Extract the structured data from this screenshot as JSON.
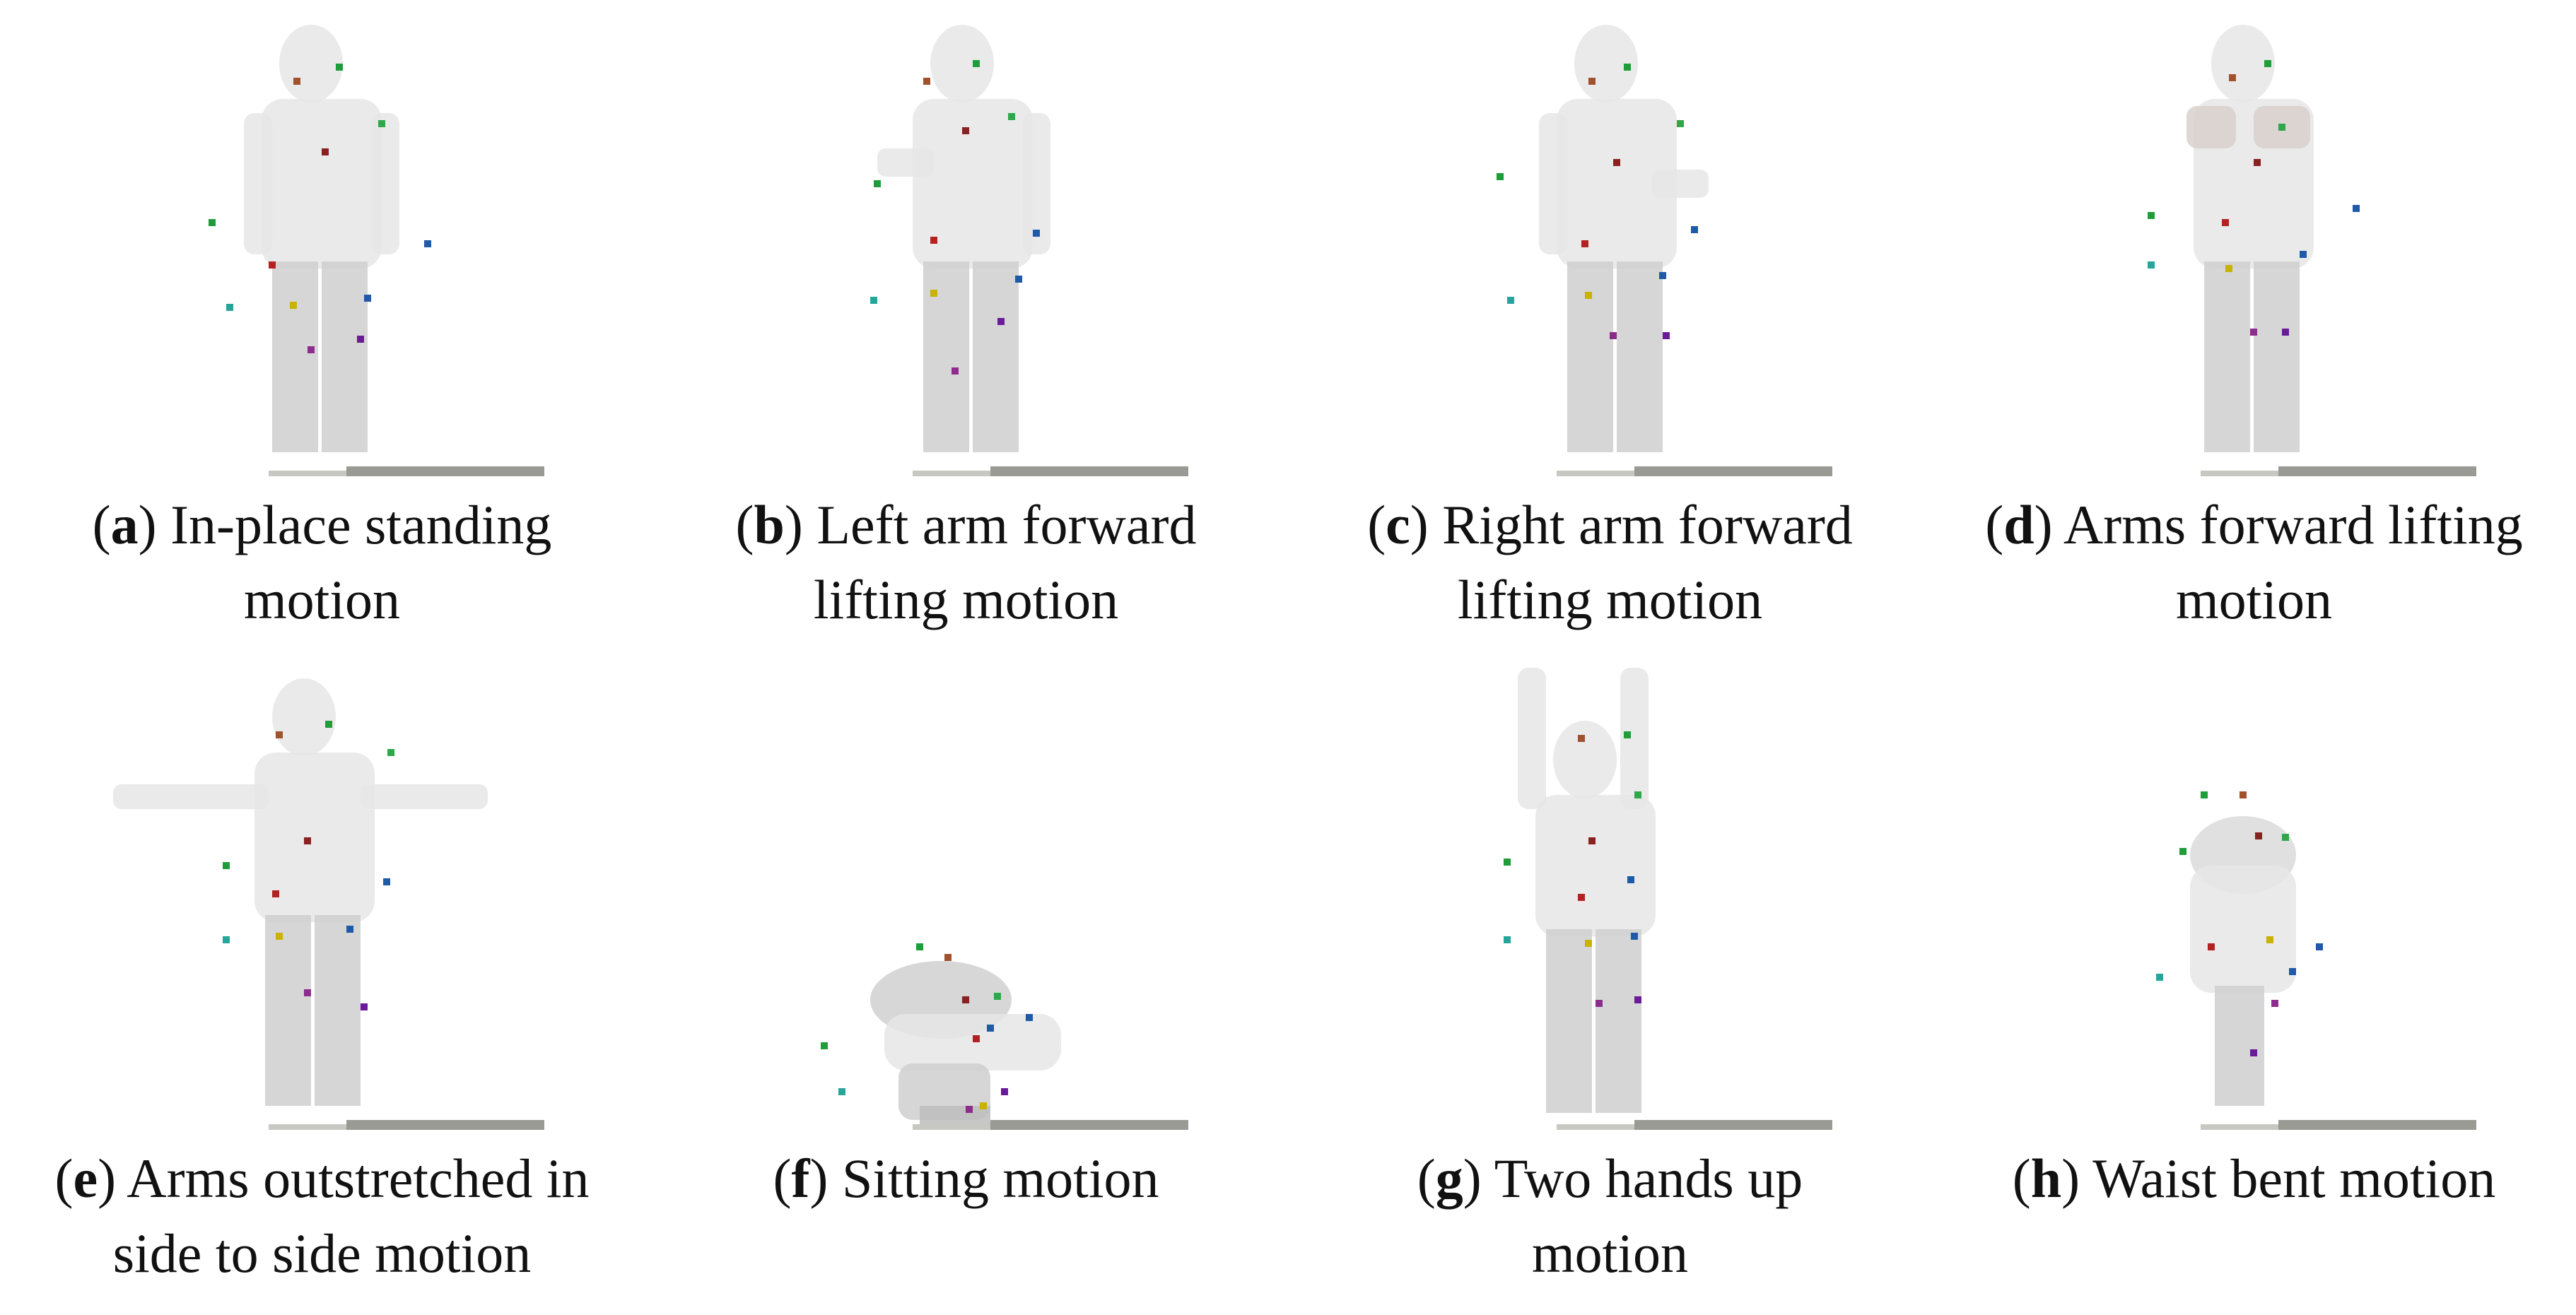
{
  "figure": {
    "panels": [
      {
        "letter": "a",
        "caption": "In-place standing motion",
        "caption_line1": "In-place standing",
        "caption_line2": "motion",
        "pose": "standing"
      },
      {
        "letter": "b",
        "caption": "Left arm forward lifting motion",
        "caption_line1": "Left arm forward",
        "caption_line2": "lifting motion",
        "pose": "left-arm-forward"
      },
      {
        "letter": "c",
        "caption": "Right arm forward lifting motion",
        "caption_line1": "Right arm forward",
        "caption_line2": "lifting motion",
        "pose": "right-arm-forward"
      },
      {
        "letter": "d",
        "caption": "Arms forward lifting motion",
        "caption_line1": "Arms forward lifting",
        "caption_line2": "motion",
        "pose": "arms-forward"
      },
      {
        "letter": "e",
        "caption": "Arms outstretched in side to side motion",
        "caption_line1": "Arms outstretched in",
        "caption_line2": "side to side motion",
        "pose": "arms-outstretched"
      },
      {
        "letter": "f",
        "caption": "Sitting motion",
        "caption_line1": "Sitting motion",
        "caption_line2": "",
        "pose": "sitting"
      },
      {
        "letter": "g",
        "caption": "Two hands up motion",
        "caption_line1": "Two hands up",
        "caption_line2": "motion",
        "pose": "two-hands-up"
      },
      {
        "letter": "h",
        "caption": "Waist bent motion",
        "caption_line1": "Waist bent motion",
        "caption_line2": "",
        "pose": "waist-bent"
      }
    ]
  },
  "colors": {
    "figure_body": "#e6e6e6",
    "figure_shadow": "#cfcfcf",
    "floor": "#9a9a94",
    "joint_head": "#a0522d",
    "joint_neck": "#8b2020",
    "joint_left_shoulder": "#1f9d3a",
    "joint_right_shoulder": "#2ea84a",
    "joint_left_hand": "#26a69a",
    "joint_right_hand": "#1e5aa8",
    "joint_spine": "#b22222",
    "joint_hip": "#c9b200",
    "joint_knee": "#8e2c8e",
    "joint_foot": "#6a1b9a"
  }
}
